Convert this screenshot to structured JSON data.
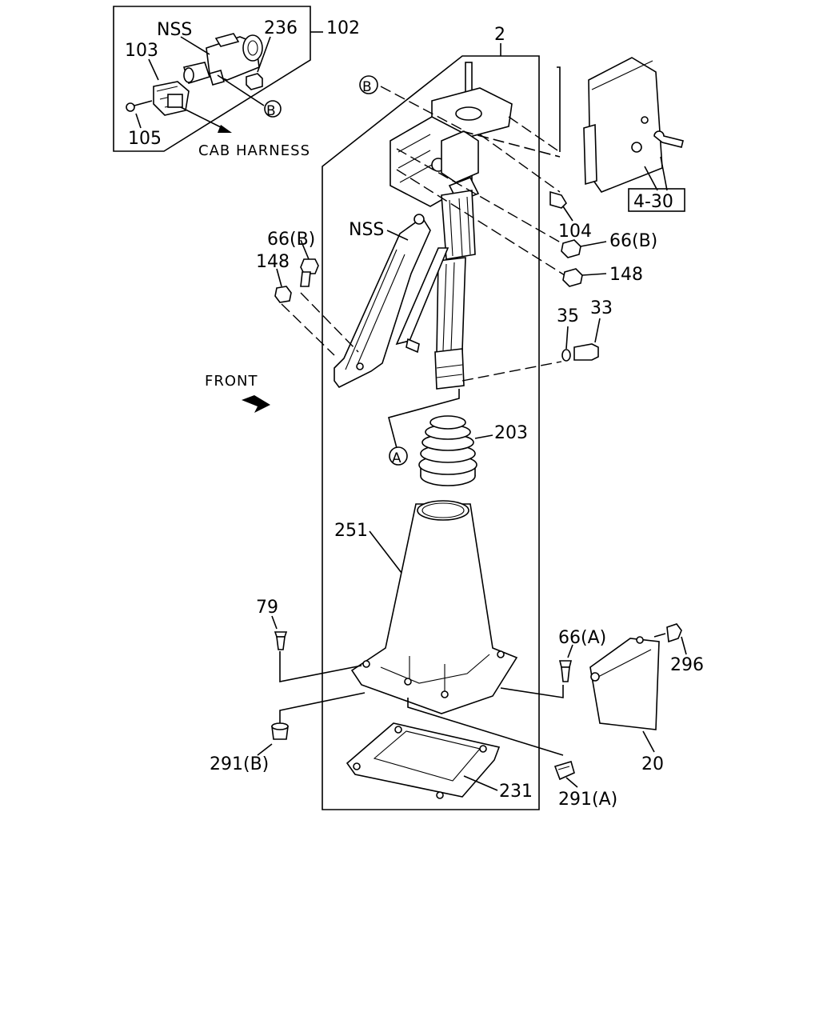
{
  "labels": {
    "l2": "2",
    "l102": "102",
    "lNSS_top": "NSS",
    "l236": "236",
    "l103": "103",
    "l105": "105",
    "cab_harness": "CAB HARNESS",
    "ref_B_inset": "B",
    "ref_B_main": "B",
    "l4_30": "4-30",
    "l104": "104",
    "l66B_right": "66(B)",
    "l148_right": "148",
    "l66B_left": "66(B)",
    "l148_left": "148",
    "lNSS_mid": "NSS",
    "l35": "35",
    "l33": "33",
    "front": "FRONT",
    "ref_A": "A",
    "l203": "203",
    "l251": "251",
    "l79": "79",
    "l66A": "66(A)",
    "l296": "296",
    "l291B": "291(B)",
    "l291A": "291(A)",
    "l231": "231",
    "l20": "20"
  }
}
